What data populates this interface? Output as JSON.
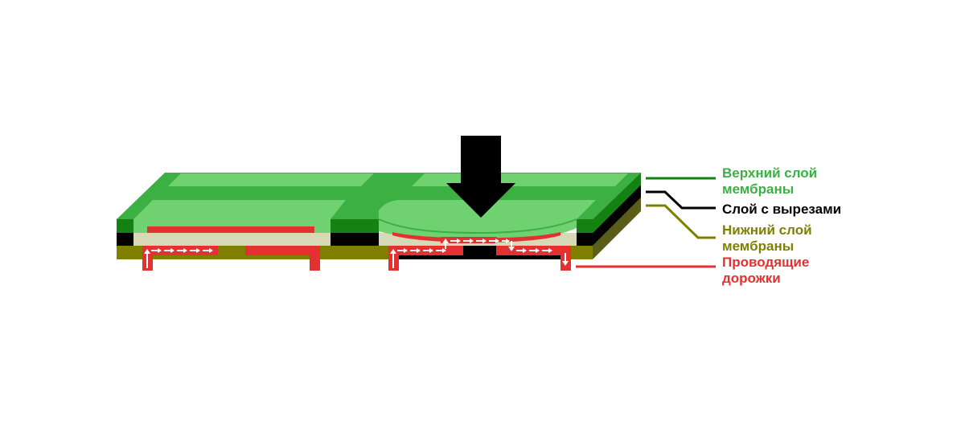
{
  "colors": {
    "top_membrane": "#3cb043",
    "top_membrane_light": "#6fd170",
    "top_membrane_dark": "#138213",
    "spacer": "#000000",
    "spacer_fill": "#d7d8b5",
    "bottom_membrane": "#808000",
    "bottom_membrane_side": "#5d5d1a",
    "traces": "#e53030",
    "arrow": "#000000",
    "label_top": "#3cb043",
    "label_spacer": "#000000",
    "label_bottom": "#808000",
    "label_traces": "#e53030"
  },
  "legend": {
    "top_membrane": {
      "line1": "Верхний слой",
      "line2": "мембраны"
    },
    "spacer": {
      "line1": "Слой с вырезами"
    },
    "bottom_membrane": {
      "line1": "Нижний слой",
      "line2": "мембраны"
    },
    "traces": {
      "line1": "Проводящие",
      "line2": "дорожки"
    }
  },
  "icons": {
    "press_arrow": "down-arrow-icon",
    "current_arrow": "right-arrow-icon"
  }
}
